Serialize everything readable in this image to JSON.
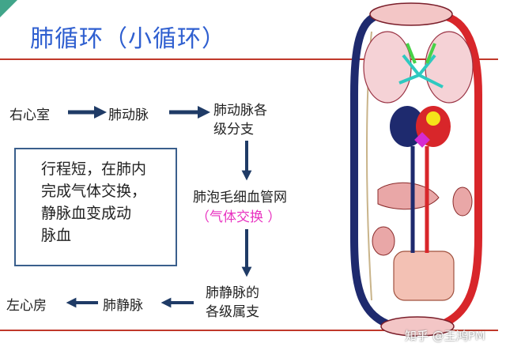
{
  "title": "肺循环（小循环）",
  "flow": {
    "right_ventricle": "右心室",
    "pulmonary_artery": "肺动脉",
    "pulmonary_artery_branches_line1": "肺动脉各",
    "pulmonary_artery_branches_line2": "级分支",
    "alveolar_capillary_network": "肺泡毛细血管网",
    "gas_exchange": "（气体交换 ）",
    "pulmonary_vein_branches_line1": "肺静脉的",
    "pulmonary_vein_branches_line2": "各级属支",
    "pulmonary_vein": "肺静脉",
    "left_atrium": "左心房"
  },
  "note": {
    "line1": "行程短，在肺内",
    "line2": "完成气体交换，",
    "line3": "静脉血变成动",
    "line4": "脉血"
  },
  "watermark": "知乎 @王鸿PM",
  "colors": {
    "title": "#2f5fd0",
    "arrow": "#1f3b66",
    "accent_line": "#c0392b",
    "highlight_text": "#e832c0",
    "corner": "#41a58a",
    "box_border": "#3a5f8c",
    "artery_red": "#d8262a",
    "vein_blue": "#1e2a6e"
  }
}
